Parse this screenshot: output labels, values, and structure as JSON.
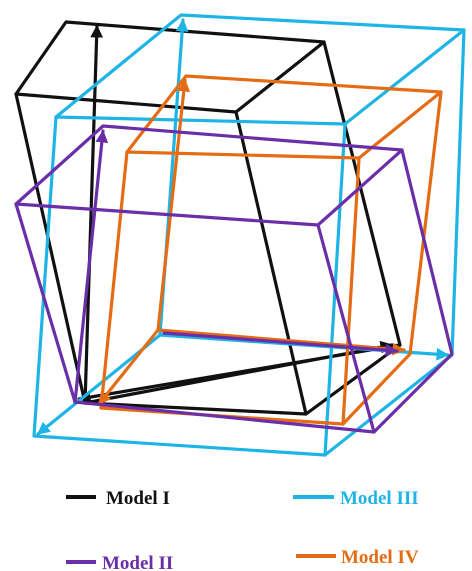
{
  "legend": {
    "model_1": {
      "label": "Model  I",
      "color": "#111111"
    },
    "model_2": {
      "label": "Model  II",
      "color": "#6a2fa8"
    },
    "model_3": {
      "label": "Model  III",
      "color": "#1fb4e6"
    },
    "model_4": {
      "label": "Model  IV",
      "color": "#e36c14"
    }
  }
}
